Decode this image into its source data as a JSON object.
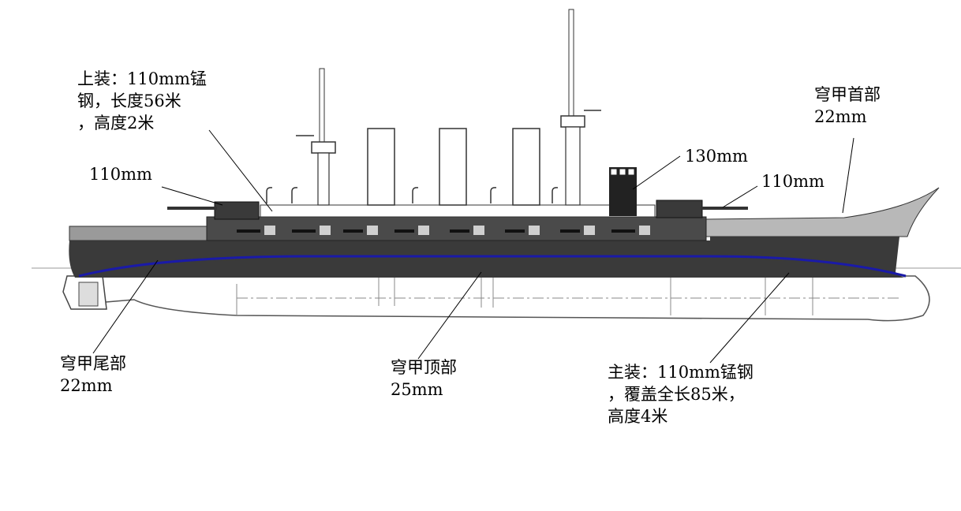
{
  "labels": {
    "upper_belt": [
      "上装：110mm锰",
      "钢，长度56米",
      "，高度2米"
    ],
    "gun_aft": "110mm",
    "casemate": "130mm",
    "gun_fwd": "110mm",
    "deck_bow": [
      "穹甲首部",
      "22mm"
    ],
    "deck_stern": [
      "穹甲尾部",
      "22mm"
    ],
    "deck_top": [
      "穹甲顶部",
      "25mm"
    ],
    "main_belt": [
      "主装：110mm锰钢",
      "，覆盖全长85米，",
      "高度4米"
    ]
  },
  "colors": {
    "armor_dark": "#3a3a3a",
    "bow_light": "#b8b8b8",
    "blue_deck_line": "#1a1aa8",
    "outline": "#222222"
  }
}
